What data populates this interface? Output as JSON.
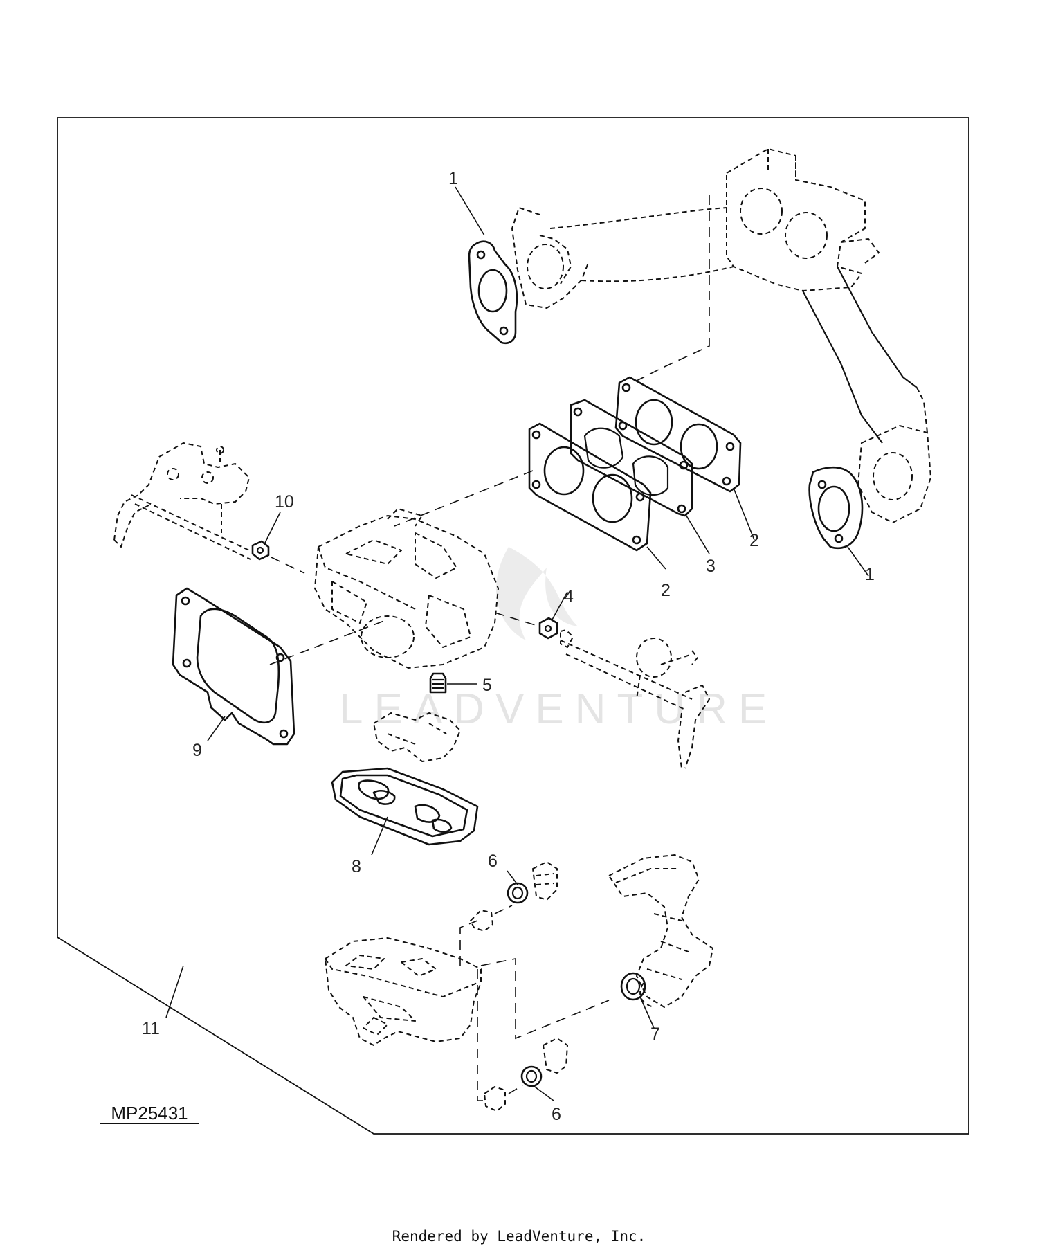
{
  "diagram": {
    "code": "MP25431",
    "watermark": "LEADVENTURE",
    "callouts": {
      "c1a": "1",
      "c1b": "1",
      "c2a": "2",
      "c2b": "2",
      "c3": "3",
      "c4": "4",
      "c5": "5",
      "c6a": "6",
      "c6b": "6",
      "c7": "7",
      "c8": "8",
      "c9": "9",
      "c10": "10",
      "c11": "11"
    }
  },
  "footer": {
    "credit": "Rendered by LeadVenture, Inc."
  }
}
